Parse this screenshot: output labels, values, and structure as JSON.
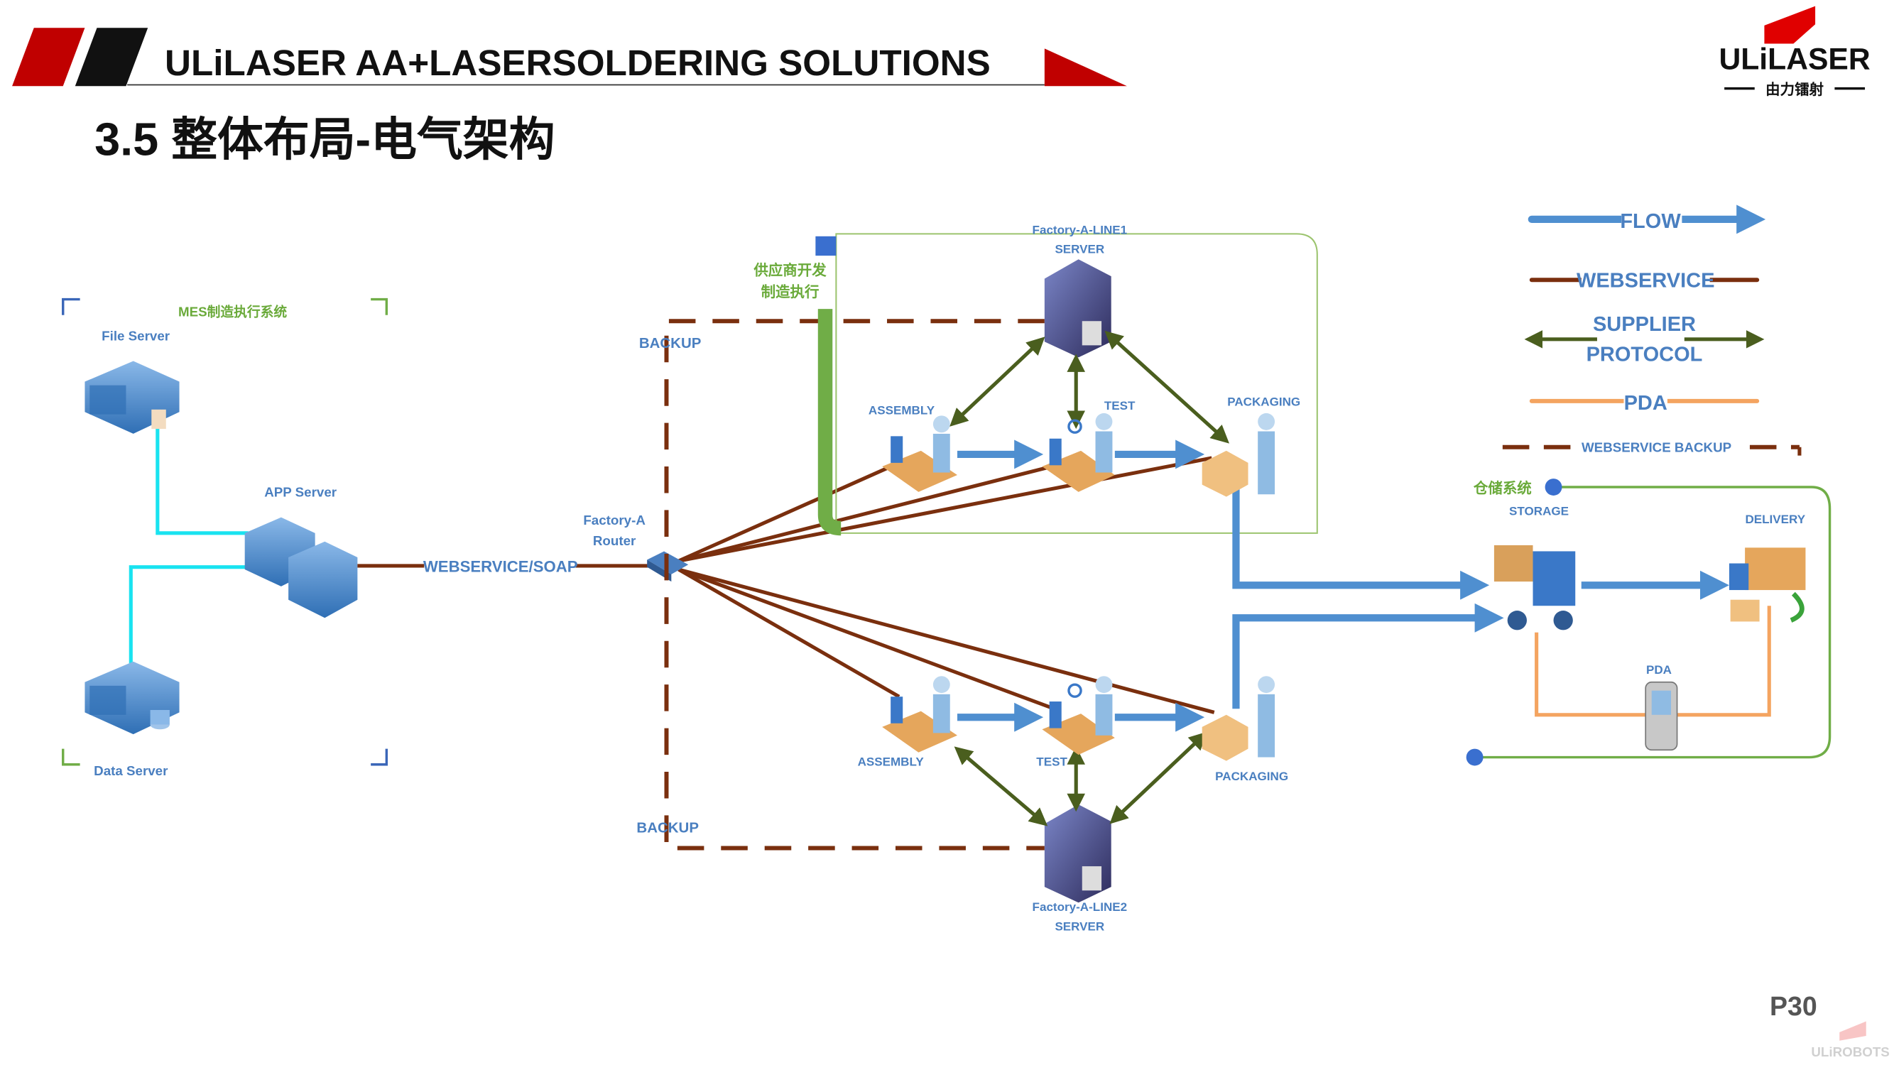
{
  "header": {
    "banner_title": "ULiLASER AA+LASERSOLDERING SOLUTIONS",
    "logo_text": "ULiLASER",
    "logo_subtext": "由力镭射",
    "slide_title": "3.5 整体布局-电气架构"
  },
  "mes": {
    "title": "MES制造执行系统",
    "file_server": "File Server",
    "app_server": "APP Server",
    "data_server": "Data Server"
  },
  "network": {
    "soap_label": "WEBSERVICE/SOAP",
    "router_line1": "Factory-A",
    "router_line2": "Router",
    "backup_top": "BACKUP",
    "backup_bottom": "BACKUP",
    "supplier_line1": "供应商开发",
    "supplier_line2": "制造执行"
  },
  "line1": {
    "title": "Factory-A-LINE1",
    "server": "SERVER",
    "assembly": "ASSEMBLY",
    "test": "TEST",
    "packaging": "PACKAGING"
  },
  "line2": {
    "title": "Factory-A-LINE2",
    "server": "SERVER",
    "assembly": "ASSEMBLY",
    "test": "TEST",
    "packaging": "PACKAGING"
  },
  "warehouse": {
    "system": "仓储系统",
    "storage": "STORAGE",
    "delivery": "DELIVERY",
    "pda": "PDA"
  },
  "legend": {
    "flow": "FLOW",
    "webservice": "WEBSERVICE",
    "supplier1": "SUPPLIER",
    "supplier2": "PROTOCOL",
    "pda": "PDA",
    "backup": "WEBSERVICE BACKUP"
  },
  "footer": {
    "page": "P30",
    "watermark": "ULiROBOTS"
  },
  "colors": {
    "flow": "#4f8fd0",
    "webservice": "#7a2f0e",
    "supplier": "#4a5e1e",
    "pda": "#f4a460",
    "cyan": "#19e3f0",
    "green": "#70ad47",
    "brand_red": "#c00000"
  }
}
